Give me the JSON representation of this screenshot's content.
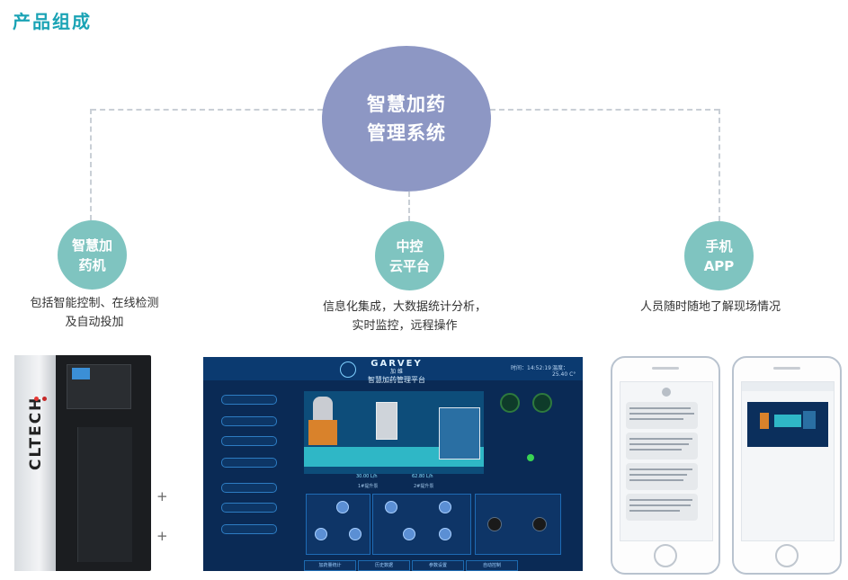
{
  "heading": "产品组成",
  "center_node": {
    "line1": "智慧加药",
    "line2": "管理系统"
  },
  "nodes": [
    {
      "line1": "智慧加",
      "line2": "药机",
      "caption_line1": "包括智能控制、在线检测",
      "caption_line2": "及自动投加"
    },
    {
      "line1": "中控",
      "line2": "云平台",
      "caption_line1": "信息化集成，大数据统计分析，",
      "caption_line2": "实时监控，远程操作"
    },
    {
      "line1": "手机",
      "line2": "APP",
      "caption_line1": "人员随时随地了解现场情况",
      "caption_line2": ""
    }
  ],
  "colors": {
    "heading": "#1aa3b5",
    "center_node": "#8d97c4",
    "child_node": "#7fc4c0",
    "connector": "#c9cfd6"
  },
  "machine": {
    "brand": "CLTECH"
  },
  "dashboard": {
    "brand": "GARVEY",
    "sub": "加 维",
    "platform": "智慧加药管理平台",
    "time_label": "时间：14:52:19",
    "temp_label": "温度：25.40 C°",
    "flow_a": "30.00 L/h",
    "flow_b": "62.80 L/h",
    "pump_a": "1#提升泵",
    "pump_b": "2#提升泵",
    "tabs": [
      "加药量统计",
      "历史数据",
      "参数设置",
      "自动控制"
    ]
  }
}
